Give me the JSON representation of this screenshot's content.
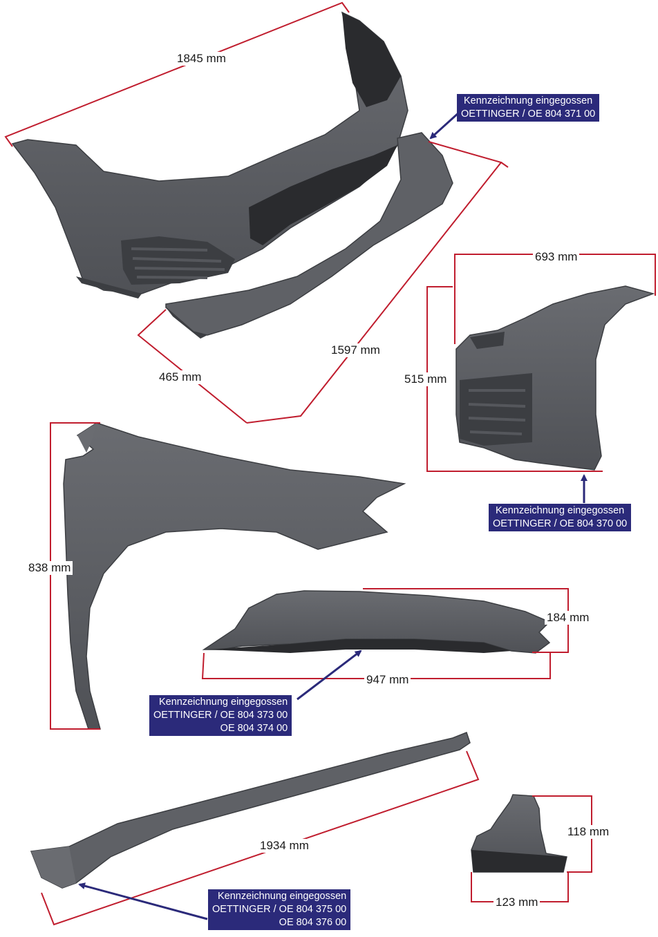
{
  "colors": {
    "part": "#5b5d62",
    "part_dark": "#3c3e42",
    "part_shadow": "#2a2b2e",
    "dimension_line": "#c01d2e",
    "arrow": "#2b2a7a",
    "label_bg": "#2b2a7a"
  },
  "dimensions": {
    "bumper_width": "1845 mm",
    "splitter_length": "1597 mm",
    "splitter_depth": "465 mm",
    "corner_width": "693 mm",
    "corner_height": "515 mm",
    "fender_height": "838 mm",
    "fender_top_depth": "184 mm",
    "fender_top_length": "947 mm",
    "side_skirt_length": "1934 mm",
    "skirt_end_height": "118 mm",
    "skirt_end_width": "123 mm"
  },
  "labels": {
    "splitter": {
      "line1": "Kennzeichnung eingegossen",
      "line2": "OETTINGER / OE 804 371 00"
    },
    "corner": {
      "line1": "Kennzeichnung eingegossen",
      "line2": "OETTINGER / OE 804 370 00"
    },
    "fender": {
      "line1": "Kennzeichnung eingegossen",
      "line2": "OETTINGER / OE 804 373 00",
      "line3": "OE 804 374 00"
    },
    "side_skirt": {
      "line1": "Kennzeichnung eingegossen",
      "line2": "OETTINGER / OE 804 375 00",
      "line3": "OE 804 376 00"
    }
  }
}
